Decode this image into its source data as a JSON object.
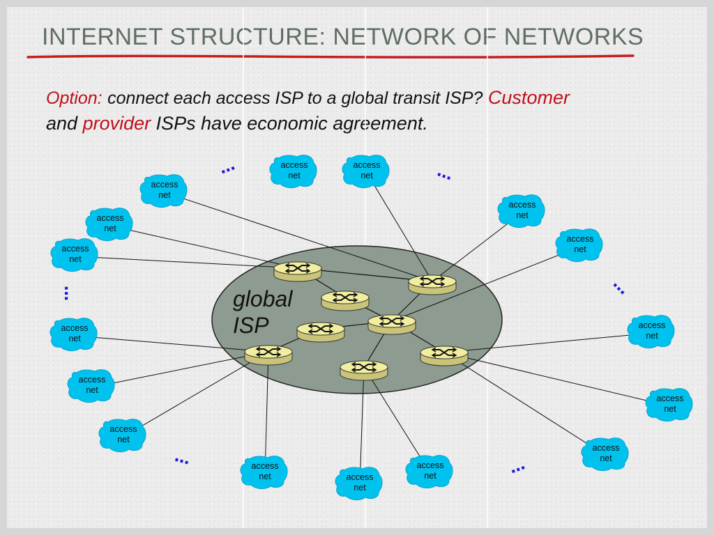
{
  "slide": {
    "title": "INTERNET STRUCTURE: NETWORK OF NETWORKS",
    "subtitle": {
      "option_label": "Option:",
      "text1": "connect each access ISP to a global transit ISP?",
      "customer": "Customer",
      "and": "and",
      "provider": "provider",
      "text2": "ISPs have economic agreement."
    }
  },
  "diagram": {
    "isp_label_line1": "global",
    "isp_label_line2": "ISP",
    "access_net": {
      "line1": "access",
      "line2": "net"
    },
    "ellipsis": "…",
    "colors": {
      "isp_fill": "#8d9b90",
      "cloud_fill": "#00c2ef",
      "router_fill": "#f2eea0",
      "ellipsis": "#1a1adc",
      "title": "#5f6e63",
      "accent_red": "#c0101a"
    }
  }
}
